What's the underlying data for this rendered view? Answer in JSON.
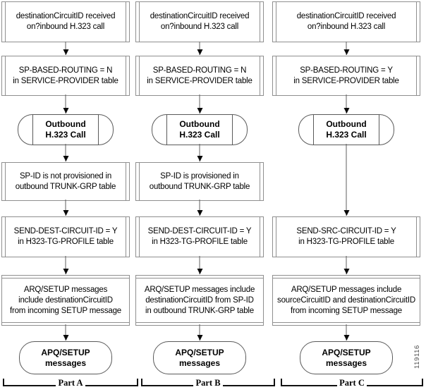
{
  "figure_number": "119116",
  "colors": {
    "box_border": "#8f8f8f",
    "terminator_border": "#5a5a5a",
    "arrow": "#0a0a0a",
    "text": "#000000"
  },
  "columns": [
    {
      "part_label": "Part A",
      "start": [
        "destinationCircuitID received",
        "on?inbound H.323 call"
      ],
      "routing": [
        "SP-BASED-ROUTING = N",
        "in SERVICE-PROVIDER table"
      ],
      "outbound": [
        "Outbound",
        "H.323 Call"
      ],
      "trunk": [
        "SP-ID is not provisioned in",
        "outbound TRUNK-GRP table"
      ],
      "profile": [
        "SEND-DEST-CIRCUIT-ID = Y",
        "in H323-TG-PROFILE table"
      ],
      "arq": [
        "ARQ/SETUP messages",
        "include destinationCircuitID",
        "from incoming SETUP message"
      ],
      "result": [
        "APQ/SETUP",
        "messages"
      ]
    },
    {
      "part_label": "Part B",
      "start": [
        "destinationCircuitID received",
        "on?inbound H.323 call"
      ],
      "routing": [
        "SP-BASED-ROUTING = N",
        "in SERVICE-PROVIDER table"
      ],
      "outbound": [
        "Outbound",
        "H.323 Call"
      ],
      "trunk": [
        "SP-ID is provisioned in",
        "outbound TRUNK-GRP table"
      ],
      "profile": [
        "SEND-DEST-CIRCUIT-ID = Y",
        "in H323-TG-PROFILE table"
      ],
      "arq": [
        "ARQ/SETUP messages include",
        "destinationCircuitID from SP-ID",
        "in outbound TRUNK-GRP table"
      ],
      "result": [
        "APQ/SETUP",
        "messages"
      ]
    },
    {
      "part_label": "Part C",
      "start": [
        "destinationCircuitID received",
        "on?inbound H.323 call"
      ],
      "routing": [
        "SP-BASED-ROUTING = Y",
        "in SERVICE-PROVIDER table"
      ],
      "outbound": [
        "Outbound",
        "H.323 Call"
      ],
      "profile": [
        "SEND-SRC-CIRCUIT-ID = Y",
        "in H323-TG-PROFILE table"
      ],
      "arq": [
        "ARQ/SETUP messages include",
        "sourceCircuitID and destinationCircuitID",
        "from incoming SETUP message"
      ],
      "result": [
        "APQ/SETUP",
        "messages"
      ]
    }
  ]
}
